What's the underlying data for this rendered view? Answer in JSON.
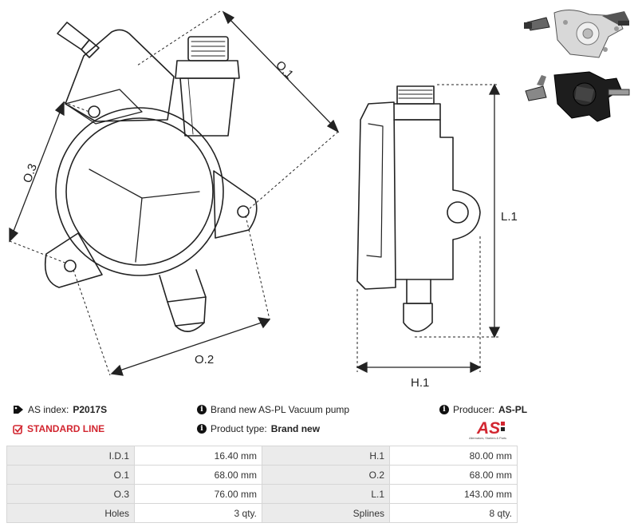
{
  "dimension_labels": {
    "o1": "O.1",
    "o2": "O.2",
    "o3": "O.3",
    "l1": "L.1",
    "h1": "H.1"
  },
  "info": {
    "index_label": "AS index:",
    "index_value": "P2017S",
    "product_line": "STANDARD LINE",
    "description": "Brand new AS-PL Vacuum pump",
    "product_type_label": "Product type:",
    "product_type_value": "Brand new",
    "producer_label": "Producer:",
    "producer_value": "AS-PL"
  },
  "logo": {
    "mark": "AS",
    "tagline": "Alternators, Starters & Parts"
  },
  "specs": [
    [
      {
        "label": "I.D.1",
        "value": "16.40 mm"
      },
      {
        "label": "H.1",
        "value": "80.00 mm"
      }
    ],
    [
      {
        "label": "O.1",
        "value": "68.00 mm"
      },
      {
        "label": "O.2",
        "value": "68.00 mm"
      }
    ],
    [
      {
        "label": "O.3",
        "value": "76.00 mm"
      },
      {
        "label": "L.1",
        "value": "143.00 mm"
      }
    ],
    [
      {
        "label": "Holes",
        "value": "3 qty."
      },
      {
        "label": "Splines",
        "value": "8 qty."
      }
    ]
  ],
  "colors": {
    "accent_red": "#d22630",
    "table_label_bg": "#ebebeb",
    "line": "#222222"
  },
  "icons": [
    "tag-icon",
    "check-icon",
    "info-icon"
  ]
}
